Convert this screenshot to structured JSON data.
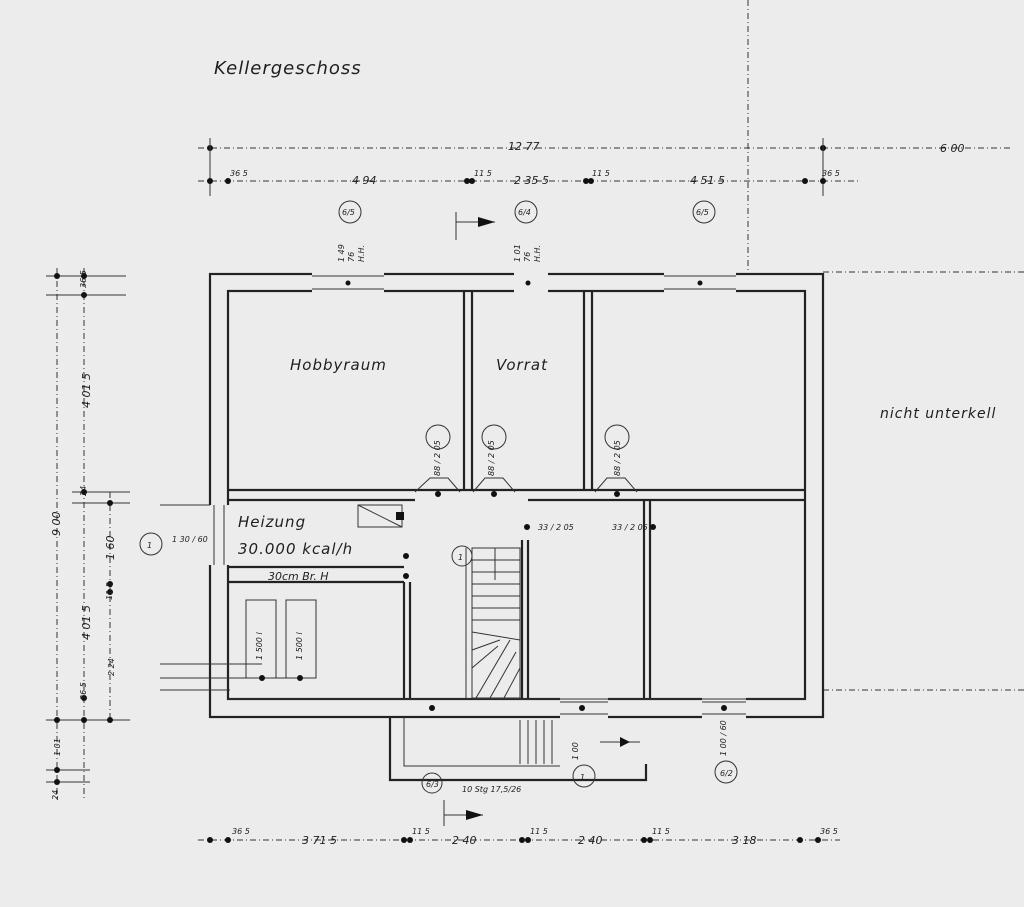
{
  "title": "Kellergeschoss",
  "rooms": {
    "hobbyraum": "Hobbyraum",
    "vorrat": "Vorrat",
    "heizung": "Heizung",
    "heizung_capacity": "30.000 kcal/h",
    "heizung_note": "30cm Br. H",
    "nicht_unterkellert": "nicht unterkell"
  },
  "top_dims": {
    "overall": "12 77",
    "right": "6 00",
    "segments": [
      "36 5",
      "4 94",
      "11 5",
      "2 35 5",
      "11 5",
      "4 51 5",
      "36 5"
    ]
  },
  "bottom_dims": {
    "segments": [
      "36 5",
      "3 71 5",
      "11 5",
      "2 40",
      "11 5",
      "2 40",
      "11 5",
      "3 18",
      "36 5"
    ]
  },
  "left_dims": {
    "overall": "9 00",
    "segments": [
      "36 5",
      "4 01 5",
      "24",
      "1 60",
      "11 5",
      "4 01 5",
      "2 24",
      "36 5",
      "1 01",
      "24"
    ]
  },
  "window_labels": [
    "1 49",
    "76",
    "H.H.",
    "1 01",
    "76",
    "H.H."
  ],
  "markers": [
    "6/5",
    "6/4",
    "6/5",
    "1",
    "1",
    "6/3",
    "6/2",
    "1"
  ],
  "door_labels": {
    "heizung_door": "1 30 / 60",
    "hall_door": "88 / 2 05",
    "room_door_1": "88 / 2 05",
    "room_door_2": "88 / 2 05",
    "center_door": "33 / 2 05",
    "right_door": "33 / 2 05",
    "stair_note": "10 Stg 17,5/26",
    "tank_1": "1 500 l",
    "tank_2": "1 500 l",
    "lower_left": "1 00",
    "lower_right": "1 00 / 60"
  }
}
